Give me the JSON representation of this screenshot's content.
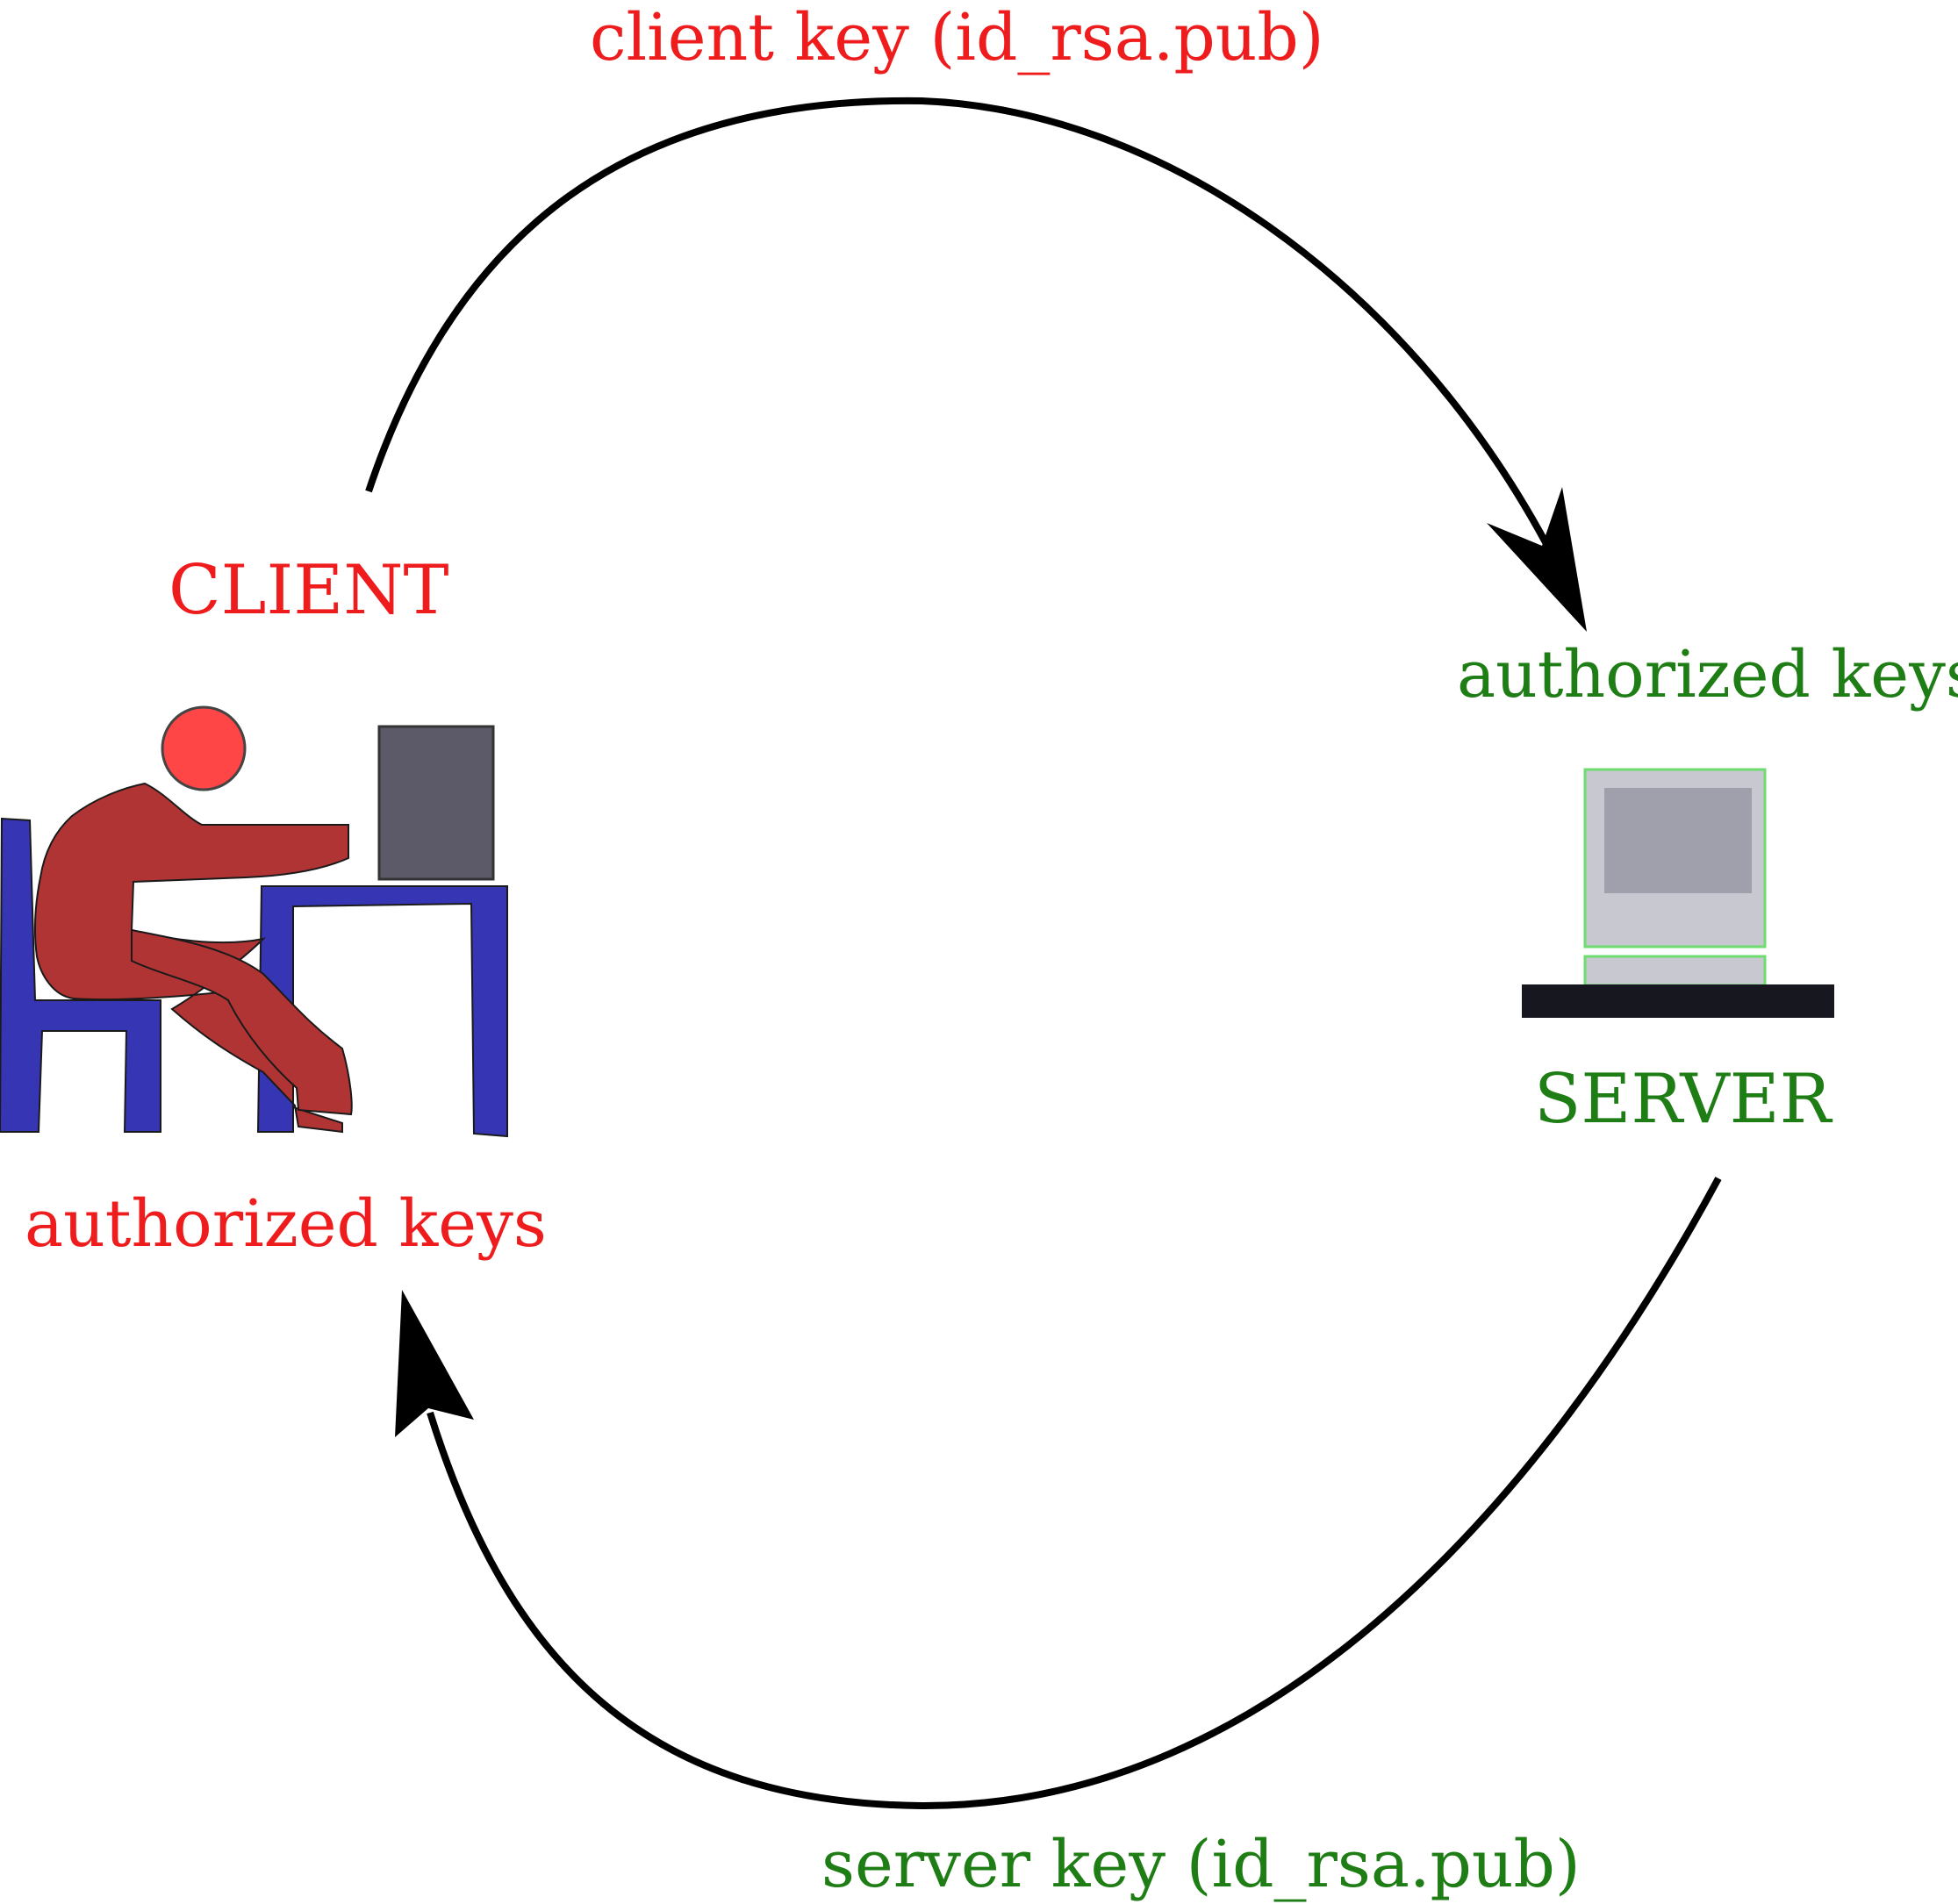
{
  "colors": {
    "client": "#ee1c1c",
    "server": "#1e7d14",
    "arrow": "#000000",
    "person": "#b13434",
    "head": "#ff4646",
    "furniture": "#3636b4",
    "client_monitor": "#5c5a68",
    "server_case": "#c8c8d0",
    "server_outline": "#6fdc6f",
    "server_screen": "#a09fac",
    "server_base": "#17171f"
  },
  "labels": {
    "client_key": "client key (id_rsa.pub)",
    "server_key": "server key (id_rsa.pub)",
    "client_title": "CLIENT",
    "server_title": "SERVER",
    "client_authorized": "authorized keys",
    "server_authorized": "authorized keys"
  },
  "icons": {
    "client": "person-at-desk-icon",
    "server": "server-computer-icon"
  }
}
